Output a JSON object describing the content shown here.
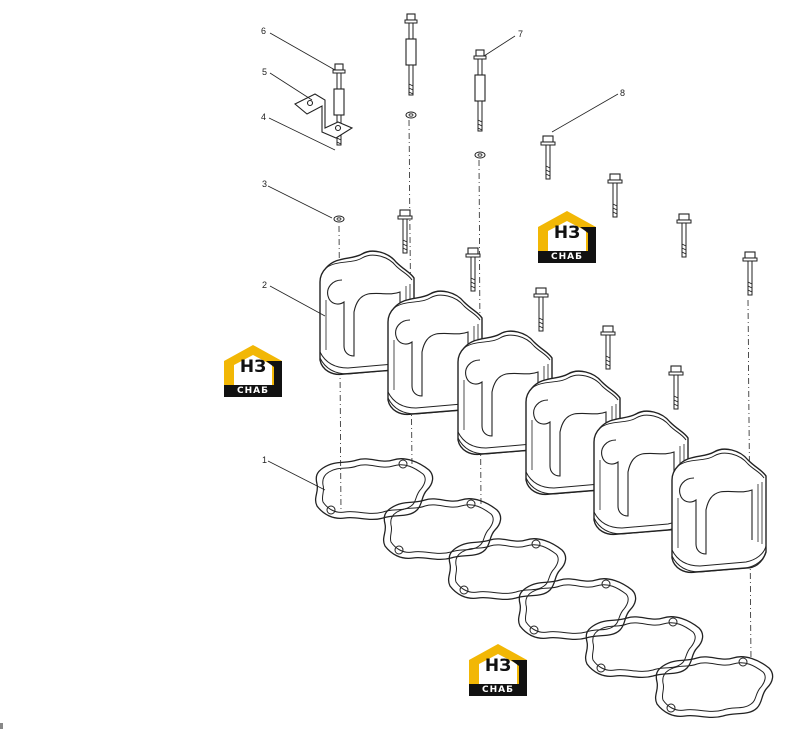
{
  "callouts": {
    "c1": "1",
    "c2": "2",
    "c3": "3",
    "c4": "4",
    "c5": "5",
    "c6": "6",
    "c7": "7",
    "c8": "8"
  },
  "watermark": {
    "letters": "НЗ",
    "band": "СНАБ",
    "colors": {
      "yellow": "#f2b705",
      "black": "#111111"
    }
  },
  "colors": {
    "line": "#222222",
    "background": "#ffffff"
  }
}
